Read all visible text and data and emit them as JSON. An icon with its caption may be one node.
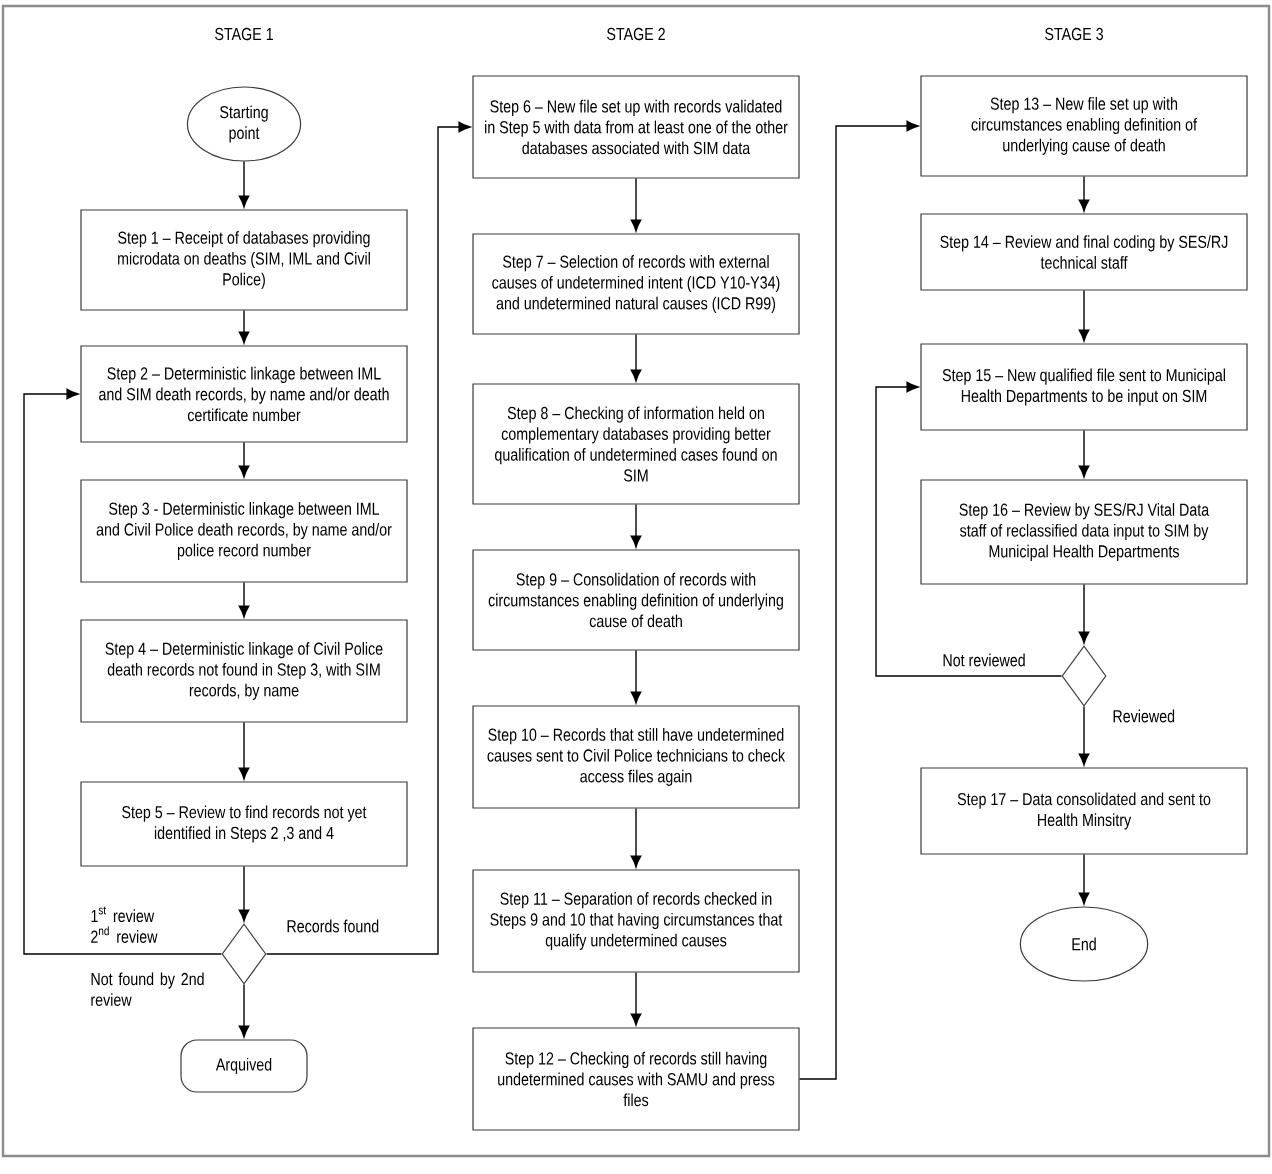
{
  "diagram": {
    "nodes": [
      {
        "text": [
          "Starting point"
        ]
      },
      {
        "text": [
          "Step 1 – Receipt of databases providing microdata on deaths (SIM, IML and Civil Police)"
        ]
      },
      {
        "text": [
          "Step 2 – Deterministic linkage between IML and SIM death records, by name and/or death certificate number"
        ]
      },
      {
        "text": [
          "Step 3 - Deterministic linkage between IML and Civil Police death records, by name and/or police record number"
        ]
      },
      {
        "text": [
          "Step 4 – Deterministic linkage of Civil Police death records not found in Step 3, with SIM records, by name"
        ]
      },
      {
        "text": [
          "Step 5 – Review to find records not yet identified in Steps 2 ,3 and 4"
        ]
      },
      {
        "text": [],
        "shape": "diamond"
      },
      {
        "text": [
          "Arquived"
        ]
      },
      {
        "text": [
          "Step 6 – New file set up with records validated in Step 5 with data from at least one of the other databases associated with SIM data"
        ]
      },
      {
        "text": [
          "Step 7 – Selection of records with external causes of undetermined intent (ICD Y10-Y34) and undetermined natural causes (ICD R99)"
        ]
      },
      {
        "text": [
          "Step 8 – Checking of information held on complementary databases providing better qualification of undetermined cases found on SIM"
        ]
      },
      {
        "text": [
          "Step 9 – Consolidation of records with circumstances enabling definition of underlying cause of death"
        ]
      },
      {
        "text": [
          "Step 10 – Records that still have undetermined causes sent to Civil Police technicians to check access files again"
        ]
      },
      {
        "text": [
          "Step 11 – Separation of records checked in Steps 9 and 10 that having circumstances that qualify undetermined causes"
        ]
      },
      {
        "text": [
          "Step 12 – Checking of records still having undetermined causes with SAMU and press files"
        ]
      },
      {
        "text": [
          "Step 13 – New file set up with circumstances enabling definition of underlying cause of death"
        ]
      },
      {
        "text": [
          "Step 14 – Review and final coding by SES/RJ technical staff"
        ]
      },
      {
        "text": [
          "Step 15 – New qualified file sent to Municipal Health Departments to be input on SIM"
        ]
      },
      {
        "text": [
          "Step 16 – Review by SES/RJ Vital Data staff of reclassified data input to SIM by Municipal Health Departments"
        ]
      },
      {
        "text": [],
        "shape": "diamond"
      },
      {
        "text": [
          "Step 17 – Data consolidated and sent to Health Minsitry"
        ]
      },
      {
        "text": [
          "End"
        ]
      }
    ],
    "edges": [
      {
        "from": 0,
        "to": 1,
        "arrow": "to"
      },
      {
        "from": 1,
        "to": 2,
        "arrow": "to"
      },
      {
        "from": 2,
        "to": 3,
        "arrow": "to"
      },
      {
        "from": 3,
        "to": 4,
        "arrow": "to"
      },
      {
        "from": 4,
        "to": 5,
        "arrow": "to"
      },
      {
        "from": 5,
        "to": 6,
        "arrow": "to"
      },
      {
        "from": 6,
        "to": 2,
        "arrow": "to",
        "label": "1$^{st}$ review 2$^{nd}$ review"
      },
      {
        "from": 6,
        "to": 7,
        "arrow": "to",
        "label": "Not found by 2nd review"
      },
      {
        "from": 6,
        "to": 8,
        "arrow": "to",
        "label": "Records found"
      },
      {
        "from": 8,
        "to": 9,
        "arrow": "to"
      },
      {
        "from": 9,
        "to": 10,
        "arrow": "to"
      },
      {
        "from": 10,
        "to": 11,
        "arrow": "to"
      },
      {
        "from": 11,
        "to": 12,
        "arrow": "to"
      },
      {
        "from": 12,
        "to": 13,
        "arrow": "to"
      },
      {
        "from": 13,
        "to": 14,
        "arrow": "to"
      },
      {
        "from": 14,
        "to": 15,
        "arrow": "to"
      },
      {
        "from": 15,
        "to": 16,
        "arrow": "to"
      },
      {
        "from": 16,
        "to": 17,
        "arrow": "to"
      },
      {
        "from": 17,
        "to": 18,
        "arrow": "to"
      },
      {
        "from": 18,
        "to": 19,
        "arrow": "to"
      },
      {
        "from": 19,
        "to": 17,
        "arrow": "to",
        "label": "Not reviewed"
      },
      {
        "from": 19,
        "to": 20,
        "arrow": "to",
        "label": "Reviewed"
      },
      {
        "from": 20,
        "to": 21,
        "arrow": "to"
      }
    ],
    "labels": [
      "STAGE 1",
      "STAGE 2",
      "STAGE 3"
    ]
  }
}
